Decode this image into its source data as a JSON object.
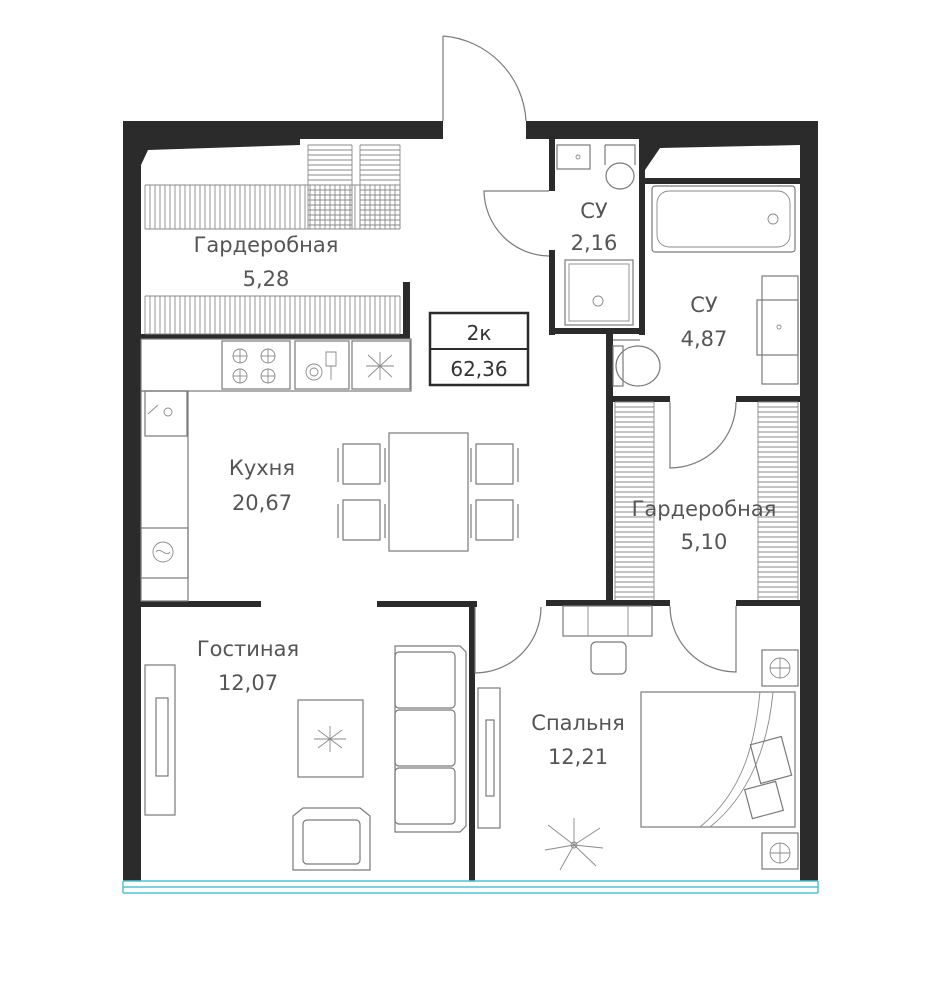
{
  "apartment": {
    "type_label": "2к",
    "total_area": "62,36"
  },
  "rooms": {
    "wardrobe_top": {
      "name": "Гардеробная",
      "area": "5,28"
    },
    "bathroom_small": {
      "name": "СУ",
      "area": "2,16"
    },
    "bathroom_large": {
      "name": "СУ",
      "area": "4,87"
    },
    "kitchen": {
      "name": "Кухня",
      "area": "20,67"
    },
    "wardrobe_right": {
      "name": "Гардеробная",
      "area": "5,10"
    },
    "living_room": {
      "name": "Гостиная",
      "area": "12,07"
    },
    "bedroom": {
      "name": "Спальня",
      "area": "12,21"
    }
  },
  "colors": {
    "wall": "#2b2b2b",
    "furniture_stroke": "#7a7a7a",
    "label_text": "#555555",
    "window_line": "#4fc3d1"
  }
}
